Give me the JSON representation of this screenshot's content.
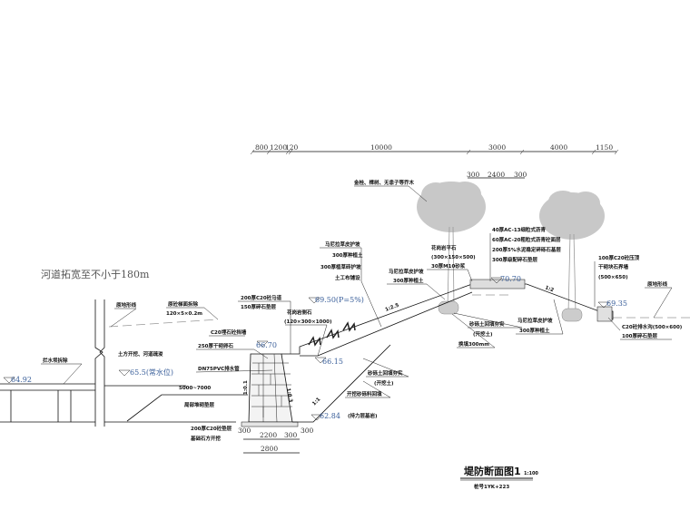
{
  "note_widen": "河道拓宽至不小于180m",
  "top_dims": [
    "800",
    "1200",
    "120",
    "10000",
    "3000",
    "4000",
    "1150"
  ],
  "road_dims": [
    "300",
    "2400",
    "300"
  ],
  "bottom_dims": [
    "300",
    "2200",
    "300",
    "300",
    "2800"
  ],
  "labels": {
    "orig_ground_left": "原地形线",
    "orig_slab_remove": "原砼梯面拆除",
    "orig_slab_size": "120×5×0.2m",
    "c20_wall": "C20埋石砼挡墙",
    "dry_stone": "250厚干砌卵石",
    "pvc_pipe": "DN75PVC排水管",
    "excavation": "土方开挖、河道疏浚",
    "dam_remove": "拦水坝拆除",
    "range": "5000~7000",
    "local_bed": "局部堆砌垫层",
    "c20_bed": "200厚C20砼垫层",
    "foundation_dig": "基础石方开挖",
    "berm": "200厚C20砼马道",
    "gravel150": "150厚碎石垫层",
    "curb_left": "花岗岩侧石",
    "curb_left_size": "(120×300×1000)",
    "grass1": "马尼拉草皮护坡",
    "soil1": "300厚种植土",
    "brick1": "300厚植草砖护坡",
    "geotex": "土工布铺设",
    "backfill1": "砂砾土回填夯实",
    "backfill1_sub": "(开挖土)",
    "gravel_fill": "开挖砂砾料回填",
    "bedrock": "(持力层基岩)",
    "trees": "金桂、樟树、无患子等乔木",
    "flat_stone": "花岗岩平石",
    "flat_stone_size": "(300×150×500)",
    "mortar": "30厚M10砂浆",
    "grass2": "马尼拉草皮护坡",
    "soil2": "300厚种植土",
    "pave1": "40厚AC-13细粒式沥青",
    "pave2": "60厚AC-20粗粒式沥青砼面层",
    "pave3": "200厚5%水泥稳定碎砾石基层",
    "pave4": "300厚级配碎石垫层",
    "backfill2": "砂砾土回填夯实",
    "backfill2_sub": "(开挖土)",
    "replace": "换填300mm",
    "grass3": "马尼拉草皮护坡",
    "soil3": "300厚种植土",
    "coping": "100厚C20砼压顶",
    "stone_wall": "干砌块石界墙",
    "stone_wall_size": "(500×650)",
    "orig_ground_right": "原地形线",
    "ditch": "C20砼排水沟(500×600)",
    "ditch_bed": "100厚碎石垫层"
  },
  "elevations": {
    "e6492": "64.92",
    "e655": "65.5(常水位)",
    "e6670": "66.70",
    "e6950": "69.50(P=5%)",
    "e6615": "66.15",
    "e6284": "62.84",
    "e7070": "70.70",
    "e6935": "69.35"
  },
  "slopes": [
    "1:0.3",
    "1:0.1",
    "1:1",
    "1:2.5",
    "1:2"
  ],
  "title": "堤防断面图1",
  "scale": "1:100",
  "station": "桩号1YK+223"
}
